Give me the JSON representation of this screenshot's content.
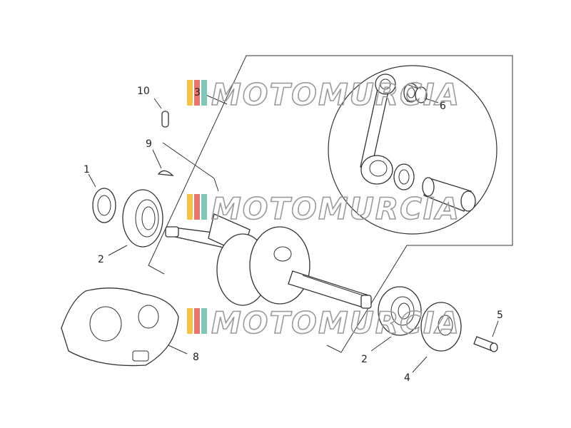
{
  "diagram": {
    "callouts": [
      {
        "id": "1",
        "text": "1"
      },
      {
        "id": "2a",
        "text": "2"
      },
      {
        "id": "2b",
        "text": "2"
      },
      {
        "id": "3",
        "text": "3"
      },
      {
        "id": "4",
        "text": "4"
      },
      {
        "id": "5",
        "text": "5"
      },
      {
        "id": "6",
        "text": "6"
      },
      {
        "id": "8",
        "text": "8"
      },
      {
        "id": "9",
        "text": "9"
      },
      {
        "id": "10",
        "text": "10"
      }
    ],
    "watermark": {
      "text": "MOTOMURCIA",
      "colors": [
        "#f4c542",
        "#e8746a",
        "#7fc7b8"
      ]
    }
  }
}
